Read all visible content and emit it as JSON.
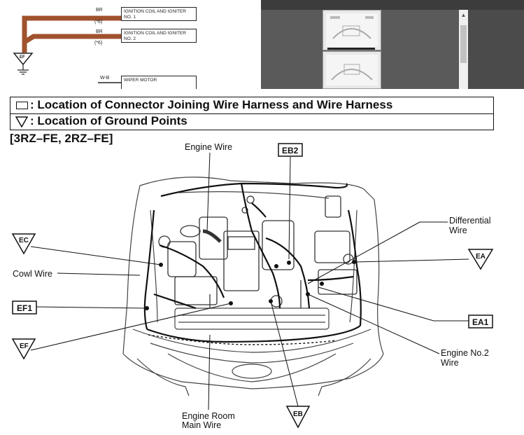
{
  "top_excerpt": {
    "wires": [
      {
        "color": "BR",
        "note": "(*6)",
        "connector": "IGNITION COIL AND IGNITER NO. 1"
      },
      {
        "color": "BR",
        "note": "(*6)",
        "connector": "IGNITION COIL AND IGNITER NO. 2"
      },
      {
        "color": "W-B",
        "note": "",
        "connector": "WIPER MOTOR"
      }
    ],
    "ground": "EF"
  },
  "legend": {
    "connector_text": ": Location of Connector Joining Wire Harness and Wire Harness",
    "ground_text": ": Location of Ground Points"
  },
  "engine_title": "[3RZ–FE, 2RZ–FE]",
  "labels": {
    "engine_wire": "Engine Wire",
    "differential_wire_1": "Differential",
    "differential_wire_2": "Wire",
    "cowl_wire": "Cowl Wire",
    "engine_no2_wire_1": "Engine No.2",
    "engine_no2_wire_2": "Wire",
    "engine_room_main_wire_1": "Engine Room",
    "engine_room_main_wire_2": "Main Wire"
  },
  "connectors": {
    "eb2": "EB2",
    "ef1": "EF1",
    "ea1": "EA1"
  },
  "grounds": {
    "ec": "EC",
    "ef": "EF",
    "ea": "EA",
    "eb": "EB"
  },
  "colors": {
    "wire_brown": "#a0522d",
    "viewer_bg": "#5a5a5a",
    "viewer_bar": "#3c3c3c"
  }
}
